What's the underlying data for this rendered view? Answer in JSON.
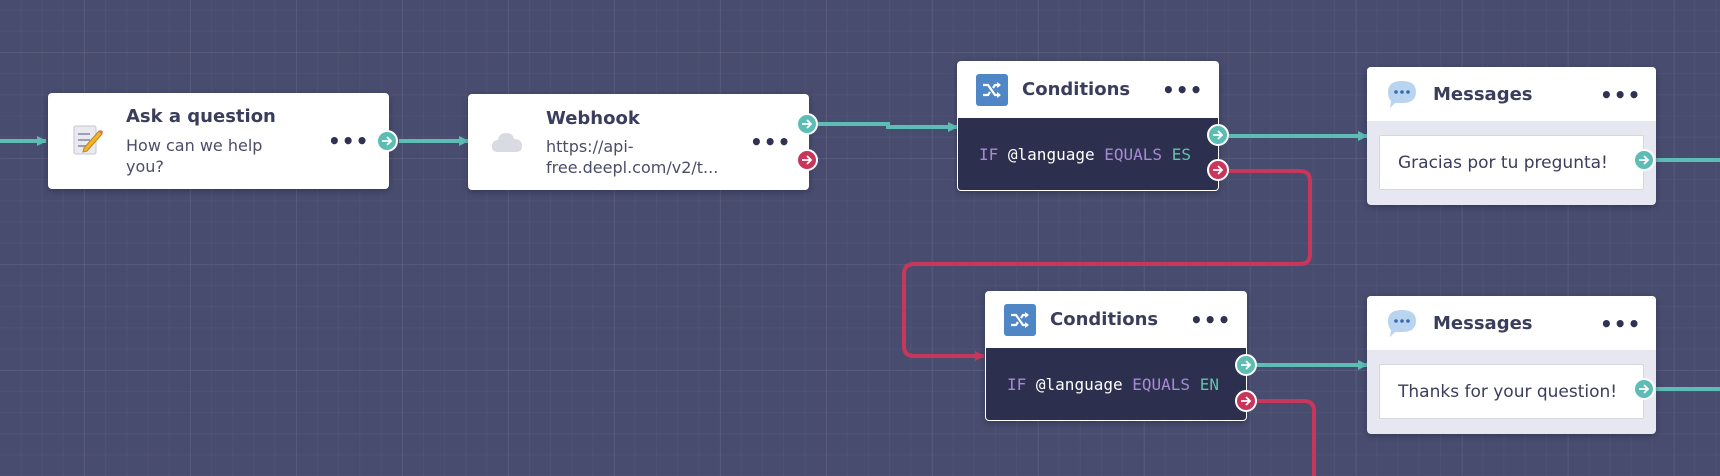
{
  "colors": {
    "canvas": "#484c6e",
    "success_wire": "#5dbdb4",
    "error_wire": "#c8375b",
    "condition_icon_bg": "#4e86c6",
    "code_bg": "#2d2f4f",
    "code_keyword": "#a98ad6",
    "code_value": "#62c4a8"
  },
  "nodes": {
    "ask": {
      "icon": "memo-pencil-icon",
      "title": "Ask a question",
      "subtitle_line1": "How can we help",
      "subtitle_line2": "you?",
      "menu": "•••"
    },
    "webhook": {
      "icon": "cloud-icon",
      "title": "Webhook",
      "subtitle_line1": "https://api-",
      "subtitle_line2": "free.deepl.com/v2/t...",
      "menu": "•••"
    },
    "cond_es": {
      "icon": "shuffle-icon",
      "title": "Conditions",
      "menu": "•••",
      "if": "IF",
      "variable": "@language",
      "operator": "EQUALS",
      "value": "ES"
    },
    "cond_en": {
      "icon": "shuffle-icon",
      "title": "Conditions",
      "menu": "•••",
      "if": "IF",
      "variable": "@language",
      "operator": "EQUALS",
      "value": "EN"
    },
    "msg_es": {
      "icon": "speech-bubble-icon",
      "title": "Messages",
      "menu": "•••",
      "text": "Gracias por tu pregunta!"
    },
    "msg_en": {
      "icon": "speech-bubble-icon",
      "title": "Messages",
      "menu": "•••",
      "text": "Thanks for your question!"
    }
  }
}
